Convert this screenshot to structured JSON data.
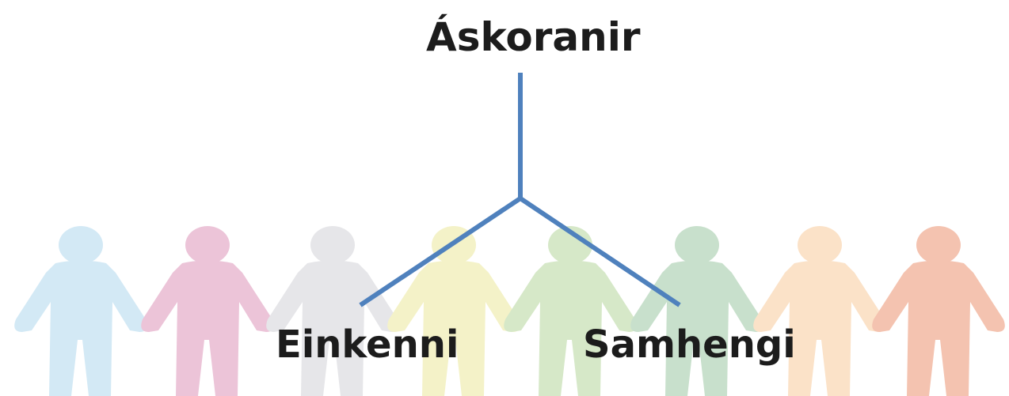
{
  "diagram": {
    "root": "Áskoranir",
    "children": [
      "Einkenni",
      "Samhengi"
    ],
    "line_color": "#4f81bd"
  },
  "background": {
    "figure_colors": [
      "#d3e9f5",
      "#ecc4d8",
      "#e6e6e9",
      "#f4f2c8",
      "#d6e8c8",
      "#c8e0cc",
      "#fbe2c8",
      "#f4c3b0"
    ],
    "icon": "person-icon"
  }
}
